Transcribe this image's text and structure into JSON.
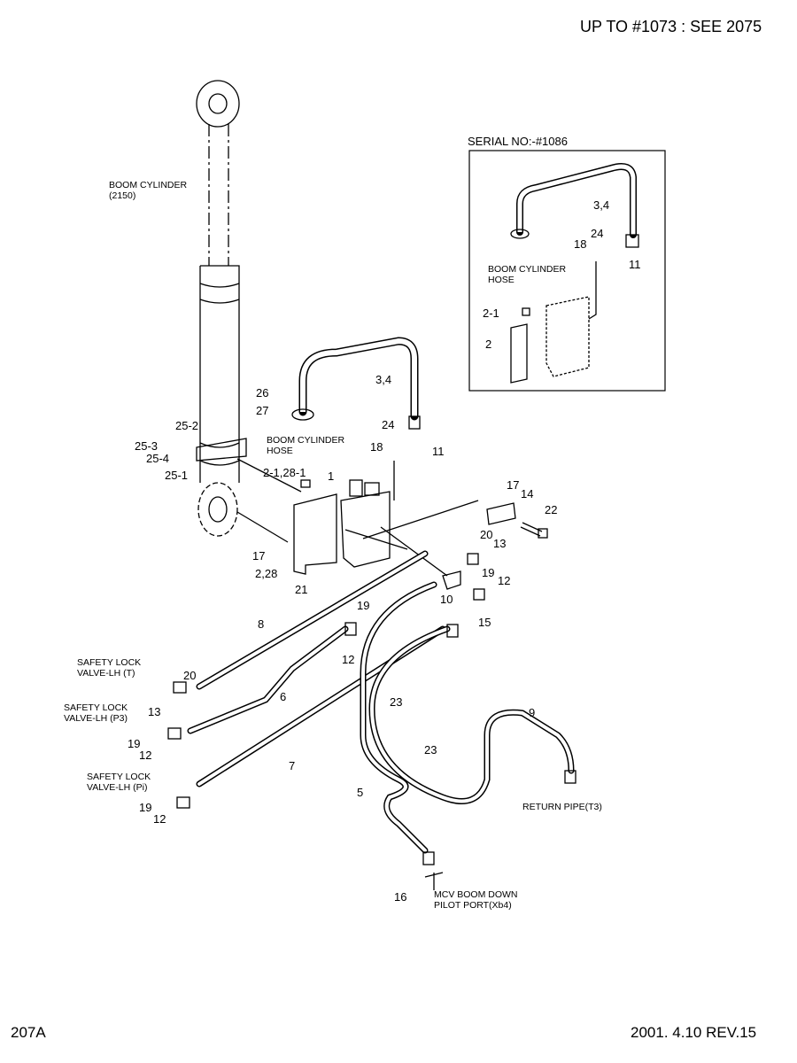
{
  "header": {
    "reference": "UP TO #1073 : SEE 2075"
  },
  "footer": {
    "page_code": "207A",
    "revision": "2001. 4.10 REV.15"
  },
  "inset": {
    "title": "SERIAL NO:-#1086",
    "notes": {
      "boom_hose": "BOOM CYLINDER\nHOSE"
    },
    "callouts": [
      "3,4",
      "24",
      "18",
      "11",
      "2-1",
      "2"
    ]
  },
  "notes": {
    "boom_cylinder": "BOOM CYLINDER\n(2150)",
    "boom_hose": "BOOM CYLINDER\nHOSE",
    "safety_t": "SAFETY LOCK\nVALVE-LH (T)",
    "safety_p3": "SAFETY LOCK\nVALVE-LH (P3)",
    "safety_pi": "SAFETY LOCK\nVALVE-LH (Pi)",
    "return_pipe": "RETURN PIPE(T3)",
    "mcv": "MCV BOOM DOWN\nPILOT PORT(Xb4)"
  },
  "callouts": [
    "26",
    "27",
    "25-2",
    "25-3",
    "25-4",
    "25-1",
    "3,4",
    "24",
    "18",
    "11",
    "2-1,28-1",
    "1",
    "17",
    "14",
    "22",
    "17",
    "20",
    "13",
    "2,28",
    "21",
    "19",
    "12",
    "10",
    "19",
    "8",
    "12",
    "15",
    "20",
    "6",
    "13",
    "23",
    "9",
    "19",
    "12",
    "23",
    "7",
    "5",
    "19",
    "12",
    "16"
  ]
}
